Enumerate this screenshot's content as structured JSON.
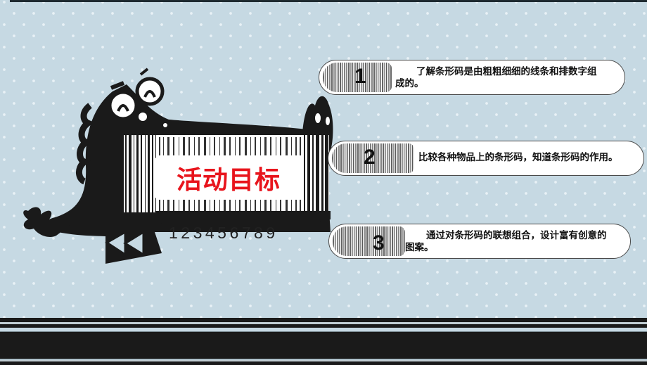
{
  "slide": {
    "title": "活动目标",
    "barcode_digits": "123456789",
    "colors": {
      "background": "#c6d9e3",
      "title_red": "#e8141c",
      "dark": "#1a1a1a"
    },
    "goals": [
      {
        "number": "1",
        "text": "了解条形码是由粗粗细细的线条和排数字组成的。",
        "line1": "了解条形码是由粗粗细细的线条和排数字组",
        "line2": "成的。"
      },
      {
        "number": "2",
        "text": "比较各种物品上的条形码，知道条形码的作用。",
        "line1": "比较各种物品上的条形码，知道条形码的作用。",
        "line2": ""
      },
      {
        "number": "3",
        "text": "通过对条形码的联想组合，设计富有创意的图案。",
        "line1": "通过对条形码的联想组合，设计富有创意的",
        "line2": "图案。"
      }
    ]
  }
}
